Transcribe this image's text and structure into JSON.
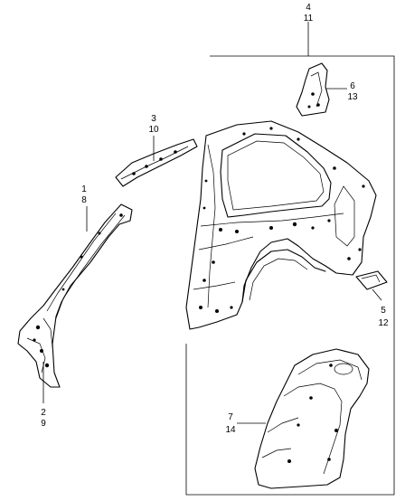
{
  "callouts": [
    {
      "id": "1-8",
      "lines": [
        "1",
        "8"
      ]
    },
    {
      "id": "2-9",
      "lines": [
        "2",
        "9"
      ]
    },
    {
      "id": "3-10",
      "lines": [
        "3",
        "10"
      ]
    },
    {
      "id": "4-11",
      "lines": [
        "4",
        "11"
      ]
    },
    {
      "id": "5-12",
      "lines": [
        "5",
        "12"
      ]
    },
    {
      "id": "6-13",
      "lines": [
        "6",
        "13"
      ]
    },
    {
      "id": "7-14",
      "lines": [
        "7",
        "14"
      ]
    }
  ]
}
